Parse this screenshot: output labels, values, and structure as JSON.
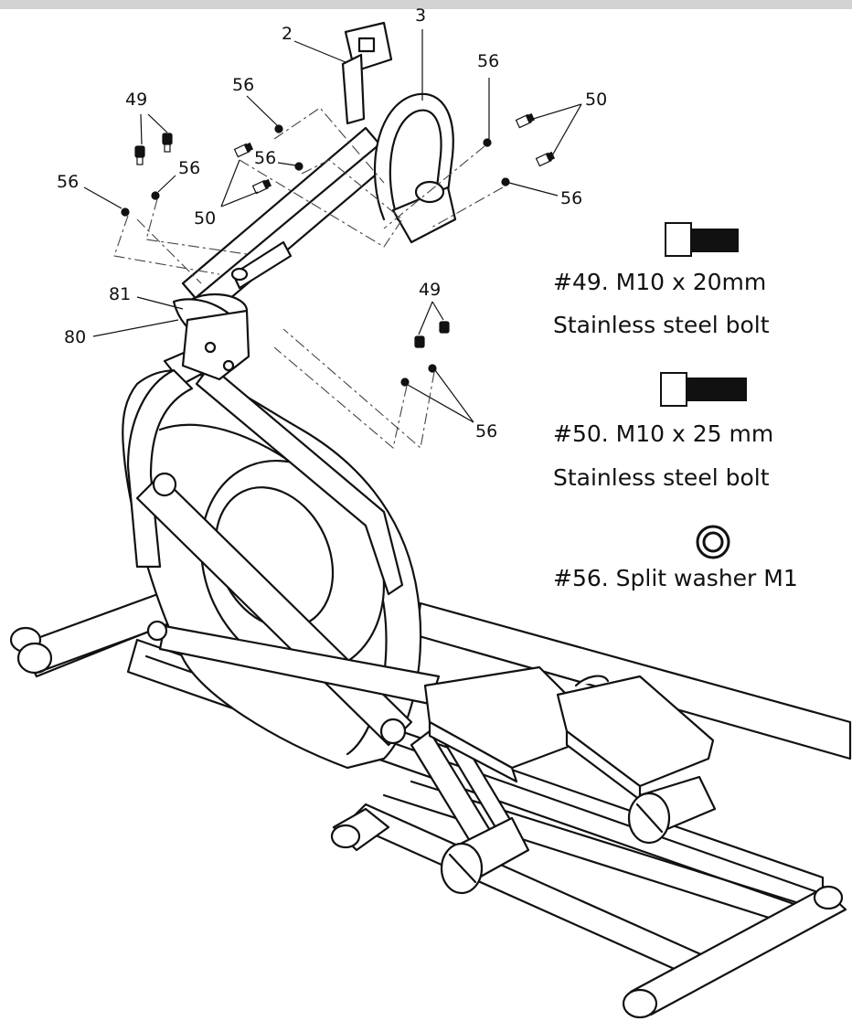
{
  "callouts": {
    "c2": "2",
    "c3": "3",
    "c56_top_right": "56",
    "c50_top_right": "50",
    "c56_right": "56",
    "c56_top_left_a": "56",
    "c49_top_left": "49",
    "c56_top_left_b": "56",
    "c56_left": "56",
    "c56_mid": "56",
    "c50_left": "50",
    "c81": "81",
    "c80": "80",
    "c49_mid": "49",
    "c56_mid_right": "56"
  },
  "legend": {
    "bolt_49_title": "#49. M10 x 20mm",
    "bolt_49_desc": "Stainless steel bolt",
    "bolt_50_title": "#50. M10 x 25 mm",
    "bolt_50_desc": "Stainless steel bolt",
    "washer_56_title": "#56. Split washer M1"
  }
}
